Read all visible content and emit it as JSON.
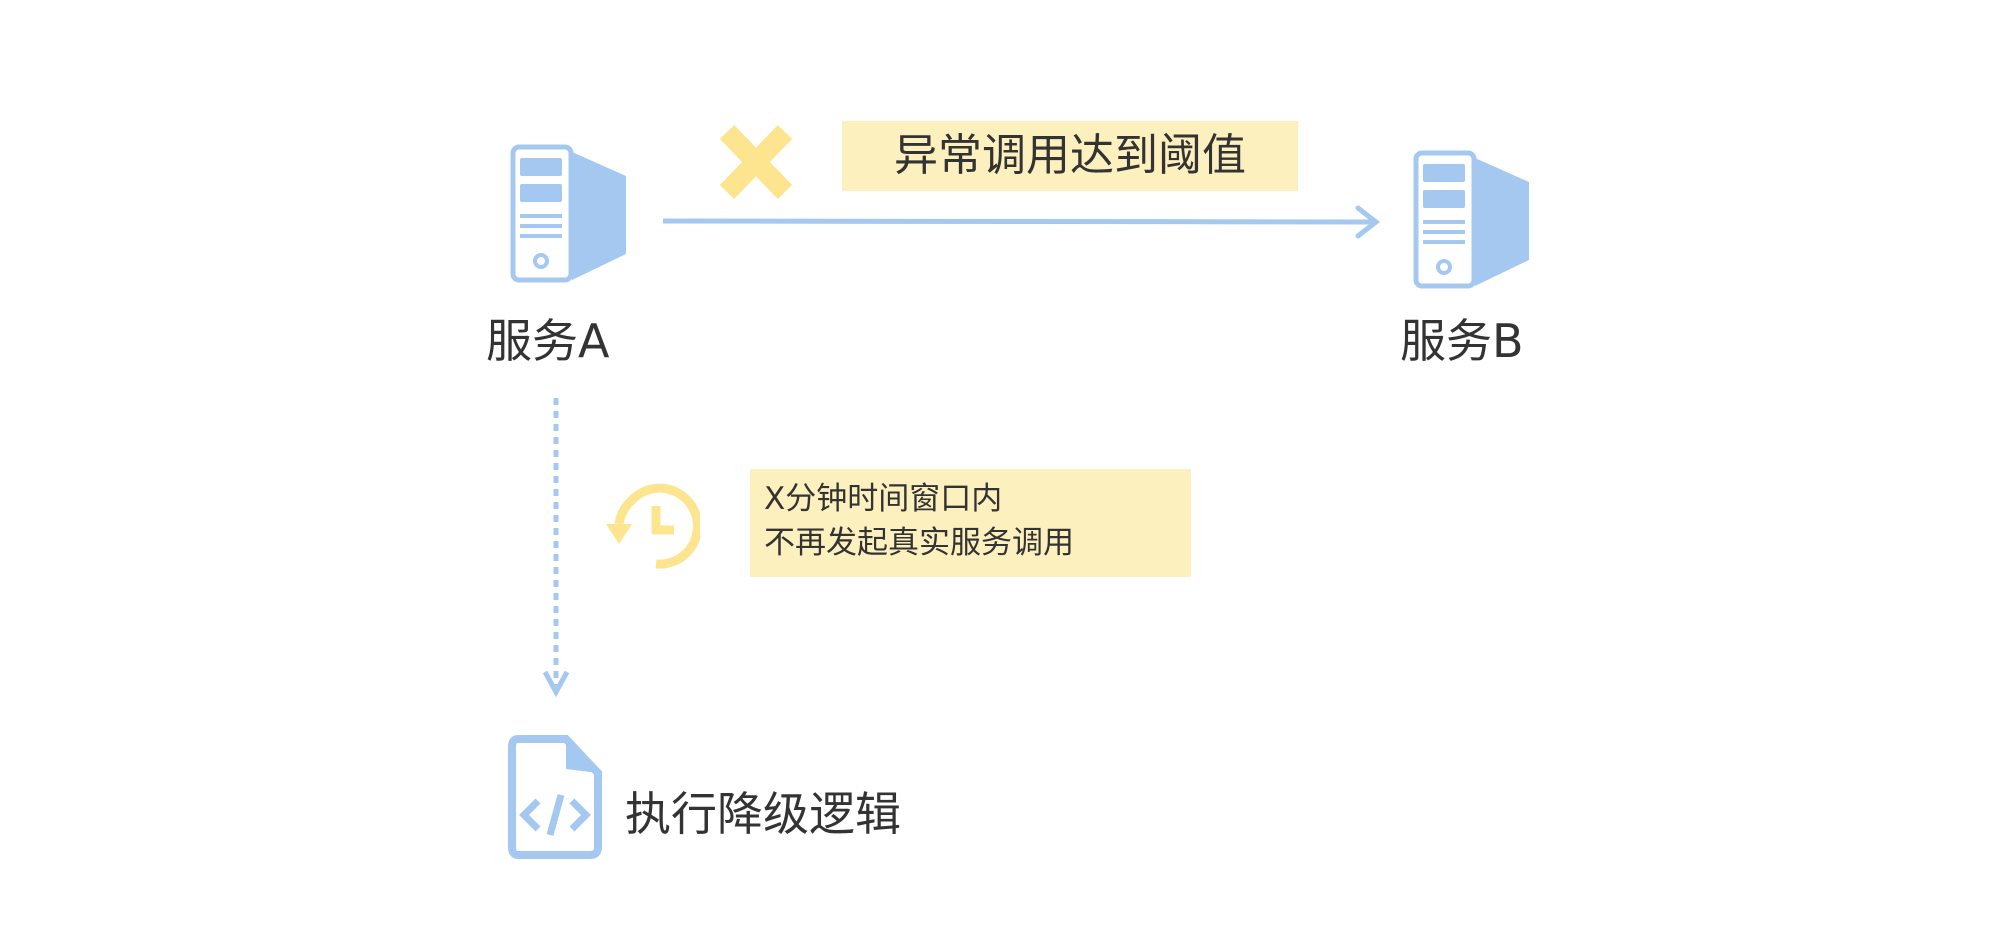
{
  "service_a": {
    "label": "服务A"
  },
  "service_b": {
    "label": "服务B"
  },
  "failed_call": {
    "label": "异常调用达到阈值"
  },
  "circuit_open": {
    "line1": "X分钟时间窗口内",
    "line2": "不再发起真实服务调用"
  },
  "fallback": {
    "label": "执行降级逻辑"
  },
  "colors": {
    "blue": "#a5c8f0",
    "yellow": "#fde48f",
    "note_bg": "#fdf0bf",
    "text": "#333333"
  }
}
